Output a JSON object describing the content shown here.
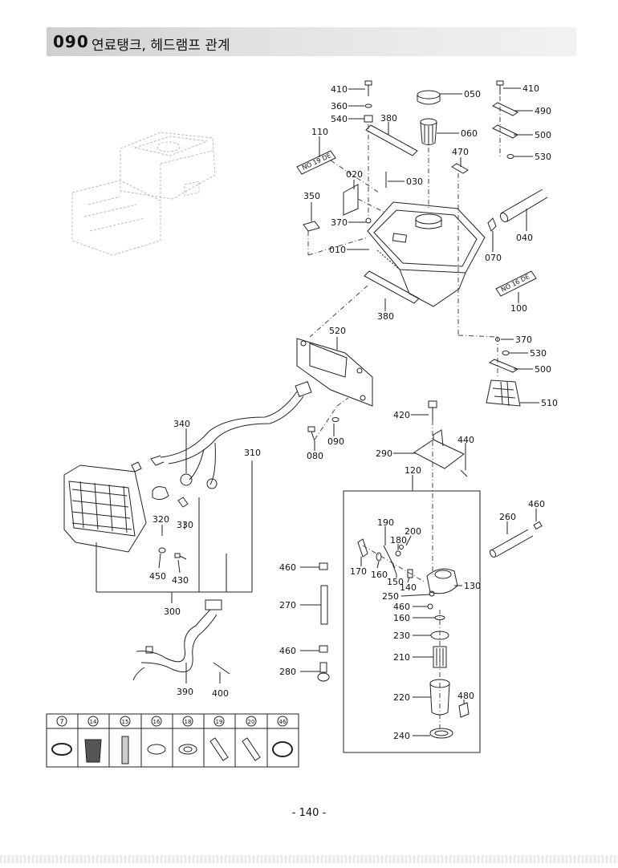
{
  "header": {
    "section_code": "090",
    "section_title": "연료탱크, 헤드램프 관계"
  },
  "page_number": "- 140 -",
  "part_labels": {
    "p410a": "410",
    "p360": "360",
    "p540": "540",
    "p110": "110",
    "p380a": "380",
    "p050": "050",
    "p060": "060",
    "p410b": "410",
    "p490": "490",
    "p500a": "500",
    "p530a": "530",
    "p470": "470",
    "p020": "020",
    "p030": "030",
    "p350": "350",
    "p370a": "370",
    "p010": "010",
    "p040": "040",
    "p070": "070",
    "p100": "100",
    "p380b": "380",
    "p520": "520",
    "p370b": "370",
    "p530b": "530",
    "p500b": "500",
    "p510": "510",
    "p420": "420",
    "p340": "340",
    "p310": "310",
    "p090": "090",
    "p080": "080",
    "p290": "290",
    "p440": "440",
    "p120": "120",
    "p460a": "460",
    "p260": "260",
    "p320": "320",
    "p330": "330",
    "p190": "190",
    "p200": "200",
    "p180": "180",
    "p170": "170",
    "p160a": "160",
    "p150": "150",
    "p140": "140",
    "p130": "130",
    "p250": "250",
    "p450": "450",
    "p430": "430",
    "p460b": "460",
    "p460c": "460",
    "p160b": "160",
    "p270": "270",
    "p230": "230",
    "p210": "210",
    "p300": "300",
    "p460d": "460",
    "p280": "280",
    "p220": "220",
    "p480": "480",
    "p390": "390",
    "p400": "400",
    "p240": "240"
  },
  "decal_labels": {
    "decal_110": "NO 19 DE",
    "decal_100": "NO 16 DE"
  },
  "legend": {
    "symbols": [
      "7",
      "14",
      "15",
      "16",
      "18",
      "19",
      "20",
      "46"
    ]
  }
}
